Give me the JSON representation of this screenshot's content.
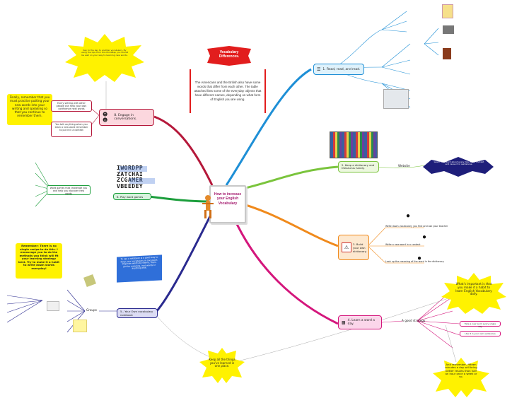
{
  "center": {
    "title": "How to increase your English Vocabulary"
  },
  "vocab_differences": {
    "badge": "Vocabulary Differences.",
    "body": "The Americans and the British also have some words that differ from each other. The table attached lists some of the everyday objects that have different names, depending on what form of English you are using."
  },
  "branches": {
    "read": {
      "label": "1. Read, read, and read."
    },
    "dictionary": {
      "label": "2. Keep a dictionary and thesaurus handy.",
      "sub": "Website"
    },
    "own_dictionary": {
      "label": "3. Build your own dictionary.",
      "items": [
        "Write down vocabulary you find and ask your teacher",
        "Write a new word in a context",
        "Look up the meaning of the word in the dictionary"
      ]
    },
    "games": {
      "label": "4. Learn a word a day.",
      "sub": "A good strategy"
    },
    "notebook": {
      "label": "5.- Your Own vocabulary notebook",
      "sub": "Groups"
    },
    "word_games": {
      "label": "6. Play word games"
    },
    "conversation": {
      "label": "8. Engage in conversations."
    }
  },
  "callouts": {
    "key_burst": "Key to the key to another vocabulary. By using the tips from this MindMap you should be well on your way to learning new words.",
    "finally": "Finally, remember that you must practice putting your new words into your writing and speaking so that you continue to remember them.",
    "remember": "Remember: There is no single recipe to do this. I encourage you to do the methods you think will fit your learning strategy best. Try to make it a habit to write down words everyday!",
    "important": "What's important is that you make it a habit to learn English Vocabulary daily.",
    "keep_all": "Keep all the things you've learned in one place.",
    "fifteen": "And remember, fifteen minutes a day will bring better results than half an hour once a week or so.",
    "word_burst": "Learn new word about every day. Build context and reuse it in sentences.",
    "tip_text": "To use a notebook is a good way to keep your vocabulary in one place. Organize words by theme, topic, similar meaning, root words or anything else."
  },
  "word_grid": {
    "rows": [
      "IWORDPP",
      "ZATCHAI",
      "ZCGAMER",
      "VBEEDEY"
    ]
  },
  "colors": {
    "read": "#1e8fd6",
    "dictionary": "#7ac43c",
    "own": "#f08a1c",
    "games": "#d4167c",
    "notebook": "#2a2a8f",
    "words": "#1c9e3c",
    "conversation": "#b5183a"
  }
}
